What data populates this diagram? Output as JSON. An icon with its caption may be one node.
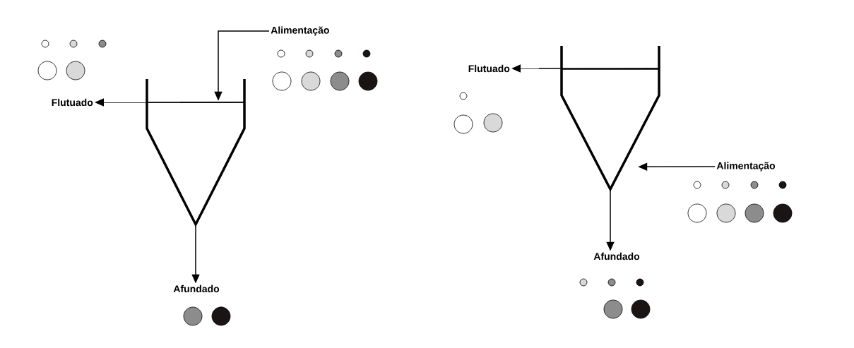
{
  "diagram": {
    "nodes": [
      {
        "text": [
          "Alimentação"
        ]
      },
      {
        "text": [],
        "shape": "picture"
      },
      {
        "text": [
          "Flutuado"
        ]
      },
      {
        "text": [
          "Afundado"
        ]
      },
      {
        "text": [],
        "shape": "picture"
      },
      {
        "text": [
          "Flutuado"
        ]
      },
      {
        "text": [
          "Alimentação"
        ]
      },
      {
        "text": [
          "Afundado"
        ]
      }
    ],
    "edges": [
      {
        "from": 0,
        "to": 1,
        "arrow": "to"
      },
      {
        "from": 1,
        "to": 2,
        "arrow": "to"
      },
      {
        "from": 1,
        "to": 3,
        "arrow": "to"
      },
      {
        "from": 6,
        "to": 4,
        "arrow": "to"
      },
      {
        "from": 4,
        "to": 5,
        "arrow": "to"
      },
      {
        "from": 4,
        "to": 7,
        "arrow": "to"
      }
    ]
  }
}
